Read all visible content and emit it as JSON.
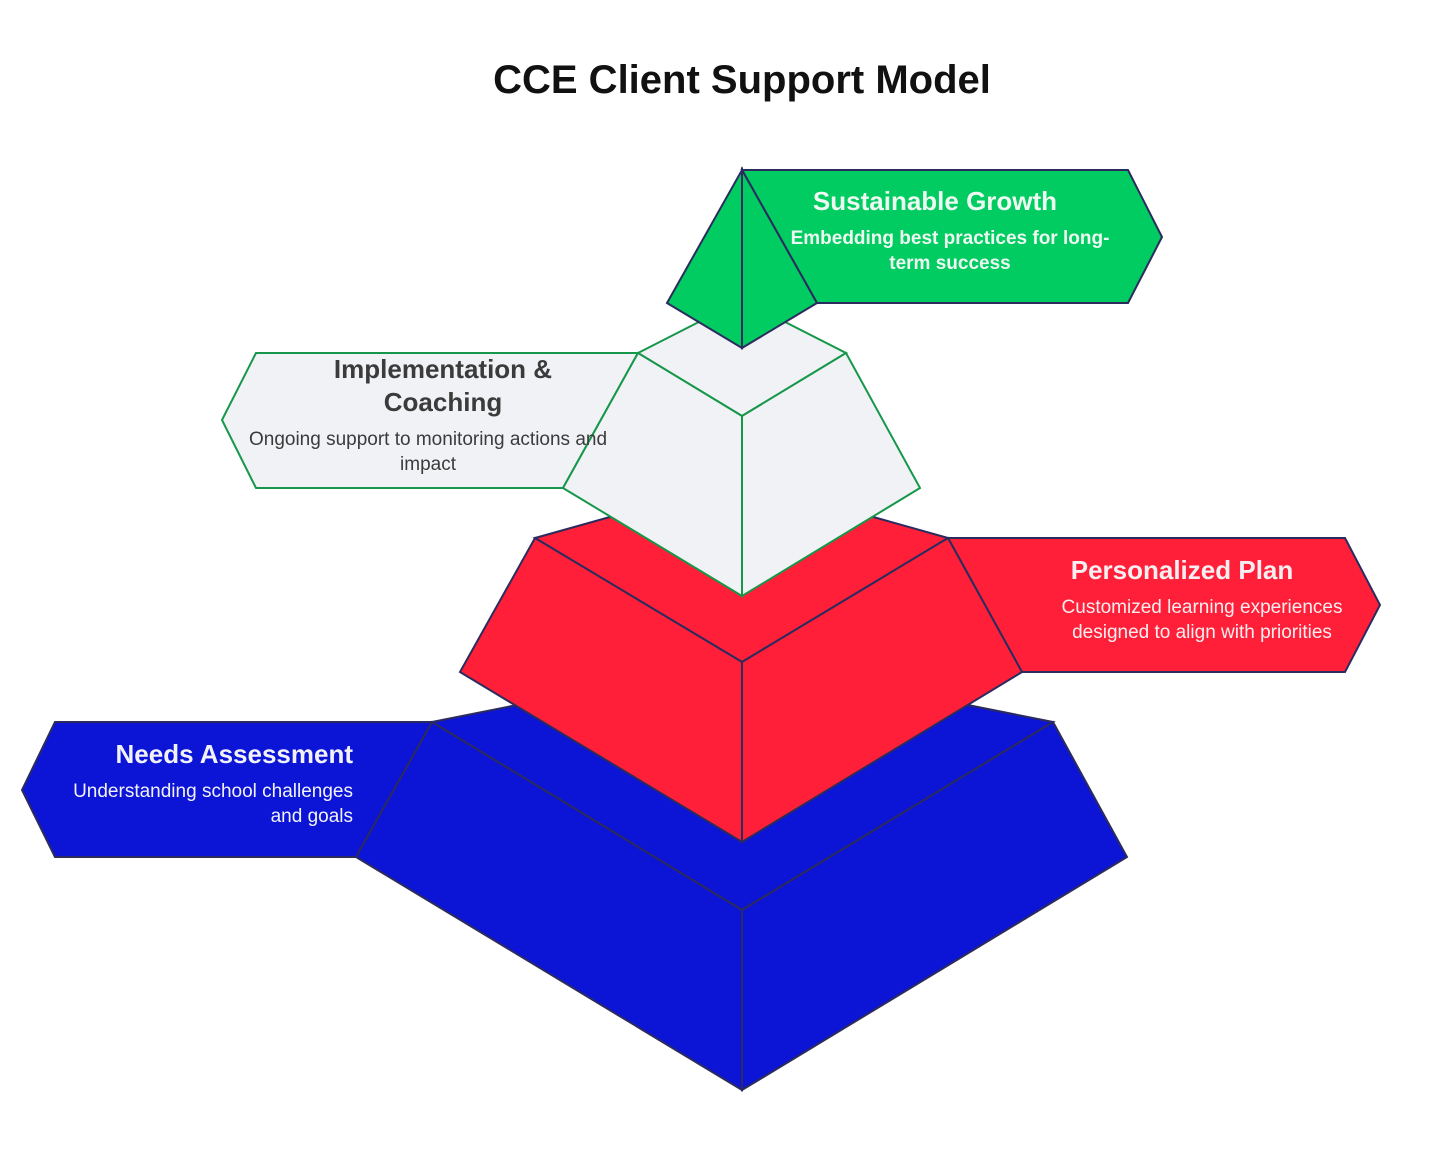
{
  "title": "CCE Client Support Model",
  "colors": {
    "needs": "#0c14d6",
    "plan": "#ff1f38",
    "implementation": "#f1f2f6",
    "growth": "#00cc61",
    "outline_dark": "#2b2b5e",
    "outline_green": "#16974a"
  },
  "levels": [
    {
      "id": "needs-assessment",
      "title": "Needs Assessment",
      "description": "Understanding school challenges and goals"
    },
    {
      "id": "personalized-plan",
      "title": "Personalized Plan",
      "description": "Customized learning experiences designed to align with priorities"
    },
    {
      "id": "implementation-coaching",
      "title": "Implementation & Coaching",
      "description": "Ongoing support to monitoring actions and impact"
    },
    {
      "id": "sustainable-growth",
      "title": "Sustainable Growth",
      "description": "Embedding best practices for long-term success"
    }
  ]
}
